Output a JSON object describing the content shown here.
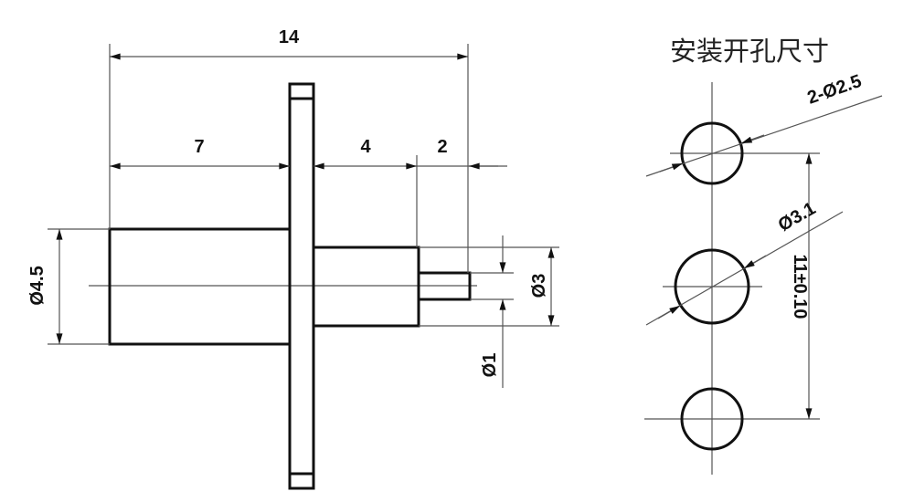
{
  "title": "安装开孔尺寸",
  "dimensions": {
    "overall_length": "14",
    "rear_length": "7",
    "front_body_length": "4",
    "pin_length": "2",
    "rear_diameter": "Ø4.5",
    "front_diameter": "Ø3",
    "pin_diameter": "Ø1"
  },
  "cutout": {
    "small_holes": "2-Ø2.5",
    "center_hole": "Ø3.1",
    "hole_spacing": "11±0.10"
  }
}
